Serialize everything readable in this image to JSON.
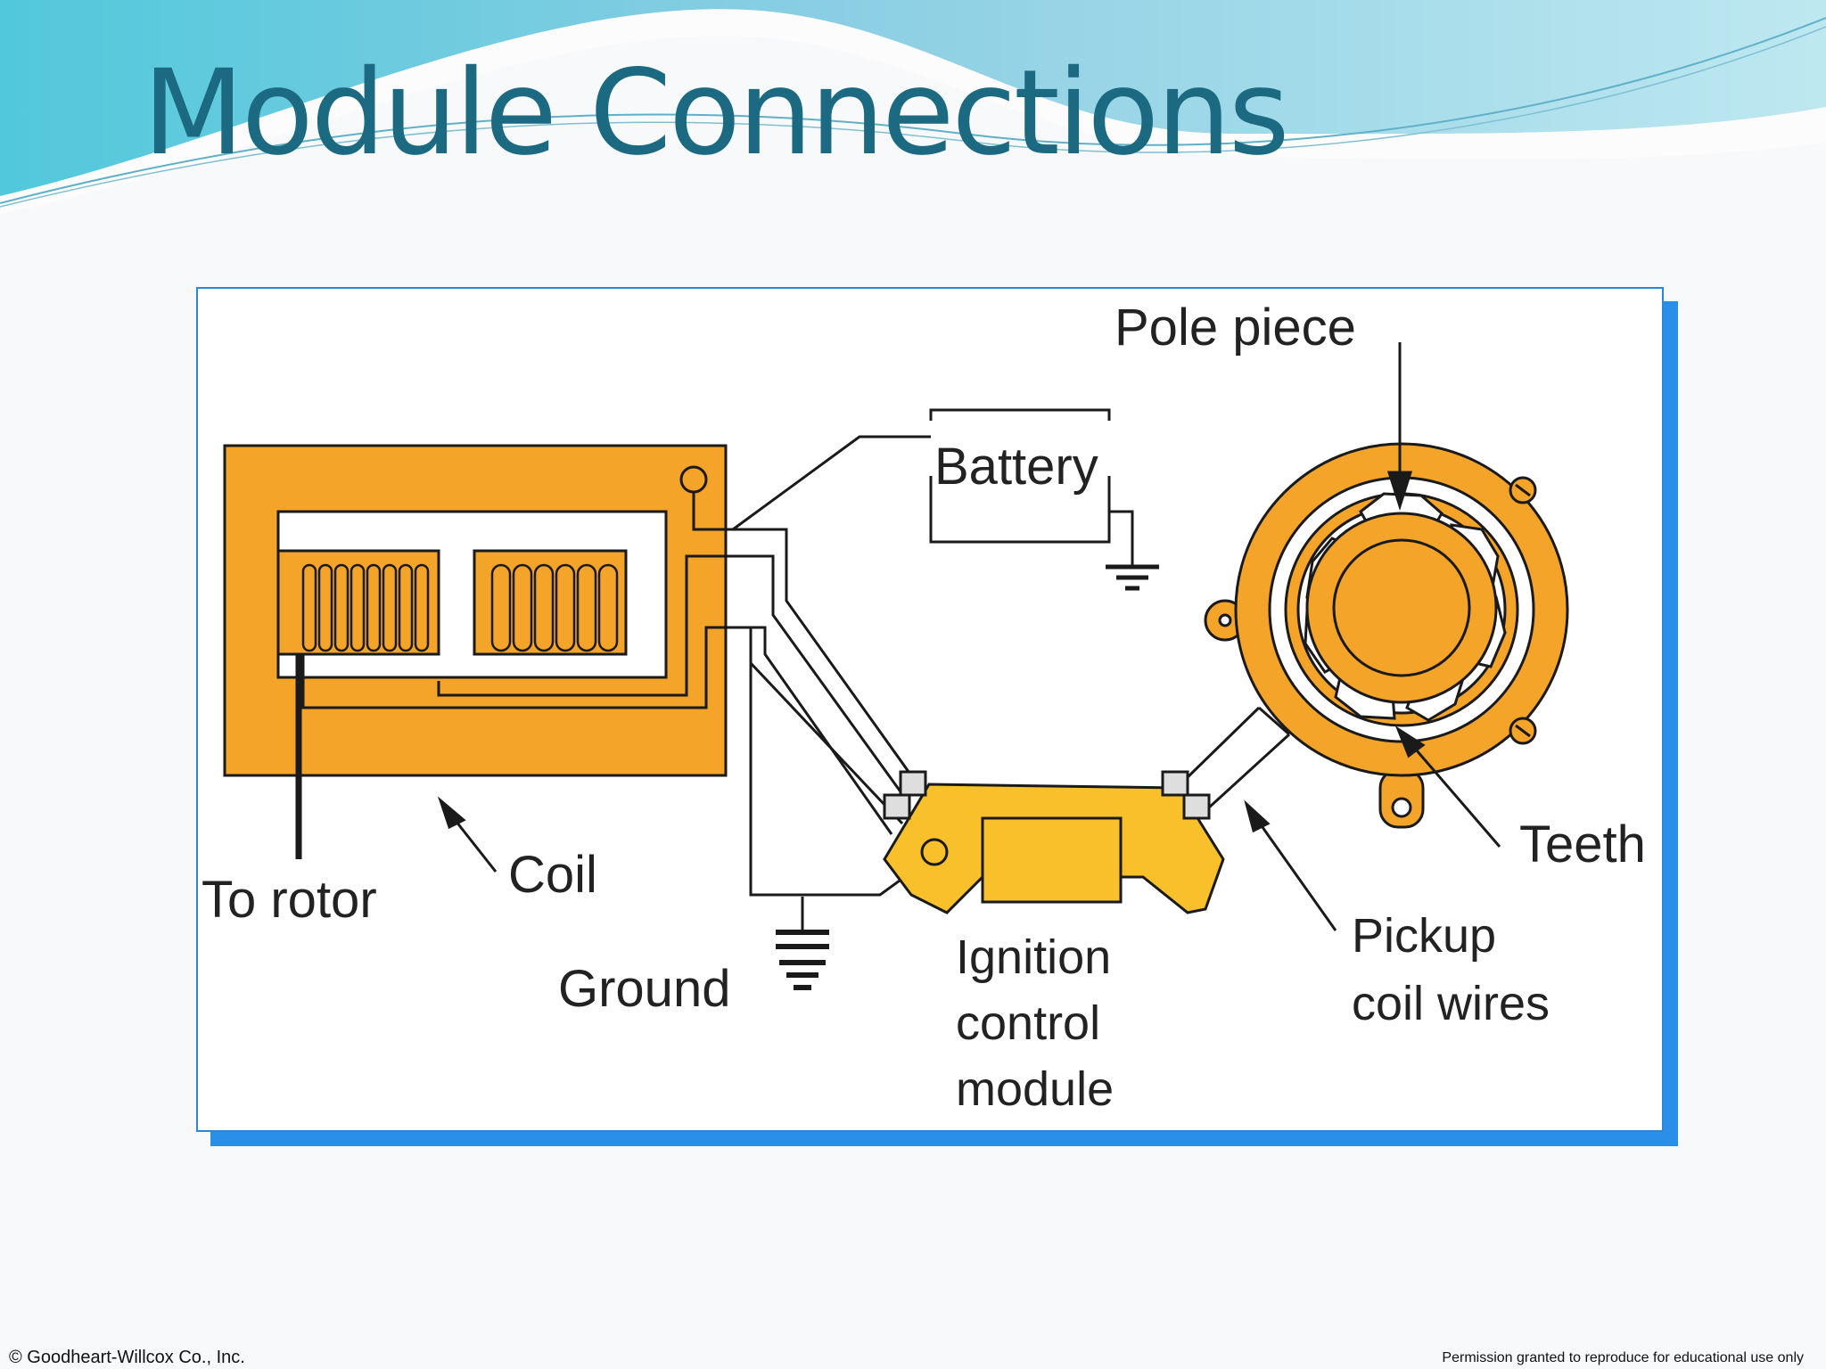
{
  "slide": {
    "title": "Module Connections"
  },
  "diagram": {
    "labels": {
      "pole_piece": "Pole piece",
      "battery": "Battery",
      "coil": "Coil",
      "to_rotor": "To rotor",
      "ground": "Ground",
      "ignition_control_module_line1": "Ignition",
      "ignition_control_module_line2": "control",
      "ignition_control_module_line3": "module",
      "pickup_coil_wires_line1": "Pickup",
      "pickup_coil_wires_line2": "coil wires",
      "teeth": "Teeth"
    },
    "colors": {
      "orange": "#f5a42a",
      "yellow": "#f8c12c",
      "border_blue": "#2a8fe8",
      "title": "#1b6a82"
    }
  },
  "footer": {
    "copyright": "© Goodheart-Willcox Co., Inc.",
    "permission": "Permission granted to reproduce for educational use only"
  }
}
